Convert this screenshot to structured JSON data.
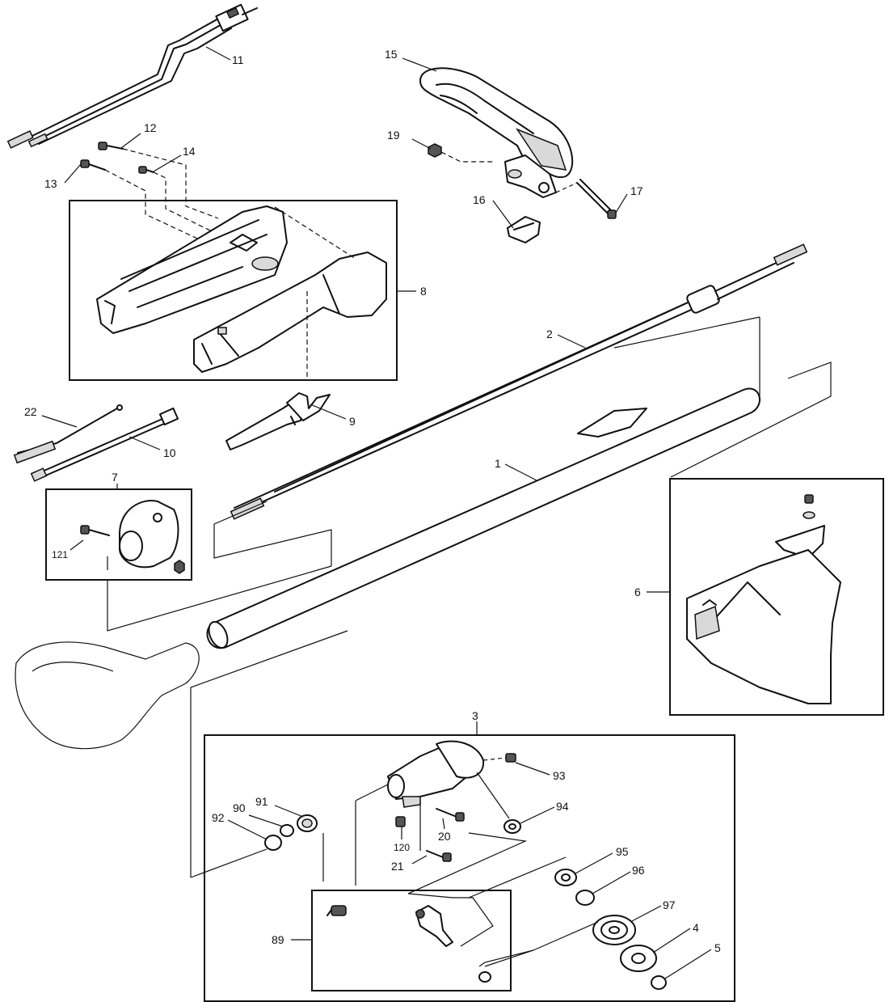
{
  "diagram": {
    "callouts": [
      {
        "id": "c11",
        "text": "11"
      },
      {
        "id": "c15",
        "text": "15"
      },
      {
        "id": "c12",
        "text": "12"
      },
      {
        "id": "c19",
        "text": "19"
      },
      {
        "id": "c14",
        "text": "14"
      },
      {
        "id": "c13",
        "text": "13"
      },
      {
        "id": "c17",
        "text": "17"
      },
      {
        "id": "c16",
        "text": "16"
      },
      {
        "id": "c8",
        "text": "8"
      },
      {
        "id": "c2",
        "text": "2"
      },
      {
        "id": "c22",
        "text": "22"
      },
      {
        "id": "c9",
        "text": "9"
      },
      {
        "id": "c10",
        "text": "10"
      },
      {
        "id": "c1",
        "text": "1"
      },
      {
        "id": "c7",
        "text": "7"
      },
      {
        "id": "c121",
        "text": "121"
      },
      {
        "id": "c6",
        "text": "6"
      },
      {
        "id": "c3",
        "text": "3"
      },
      {
        "id": "c93",
        "text": "93"
      },
      {
        "id": "c91",
        "text": "91"
      },
      {
        "id": "c90",
        "text": "90"
      },
      {
        "id": "c92",
        "text": "92"
      },
      {
        "id": "c94",
        "text": "94"
      },
      {
        "id": "c20",
        "text": "20"
      },
      {
        "id": "c120",
        "text": "120"
      },
      {
        "id": "c21",
        "text": "21"
      },
      {
        "id": "c95",
        "text": "95"
      },
      {
        "id": "c96",
        "text": "96"
      },
      {
        "id": "c97",
        "text": "97"
      },
      {
        "id": "c4",
        "text": "4"
      },
      {
        "id": "c5",
        "text": "5"
      },
      {
        "id": "c89",
        "text": "89"
      }
    ]
  }
}
